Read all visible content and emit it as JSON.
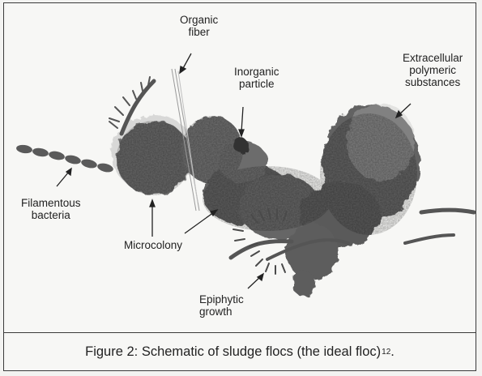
{
  "labels": {
    "organic_fiber": [
      "Organic",
      "fiber"
    ],
    "inorganic_particle": [
      "Inorganic",
      "particle"
    ],
    "eps": [
      "Extracellular",
      "polymeric",
      "substances"
    ],
    "filamentous_bacteria": [
      "Filamentous",
      "bacteria"
    ],
    "microcolony": "Microcolony",
    "epiphytic_growth": [
      "Epiphytic",
      "growth"
    ]
  },
  "caption": {
    "text": "Figure 2: Schematic of sludge flocs (the ideal floc)",
    "superscript": "12",
    "suffix": "."
  },
  "colors": {
    "floc": "#6a6a6a",
    "floc_dark": "#454545",
    "filament": "#5a5a5a",
    "text": "#222222"
  }
}
